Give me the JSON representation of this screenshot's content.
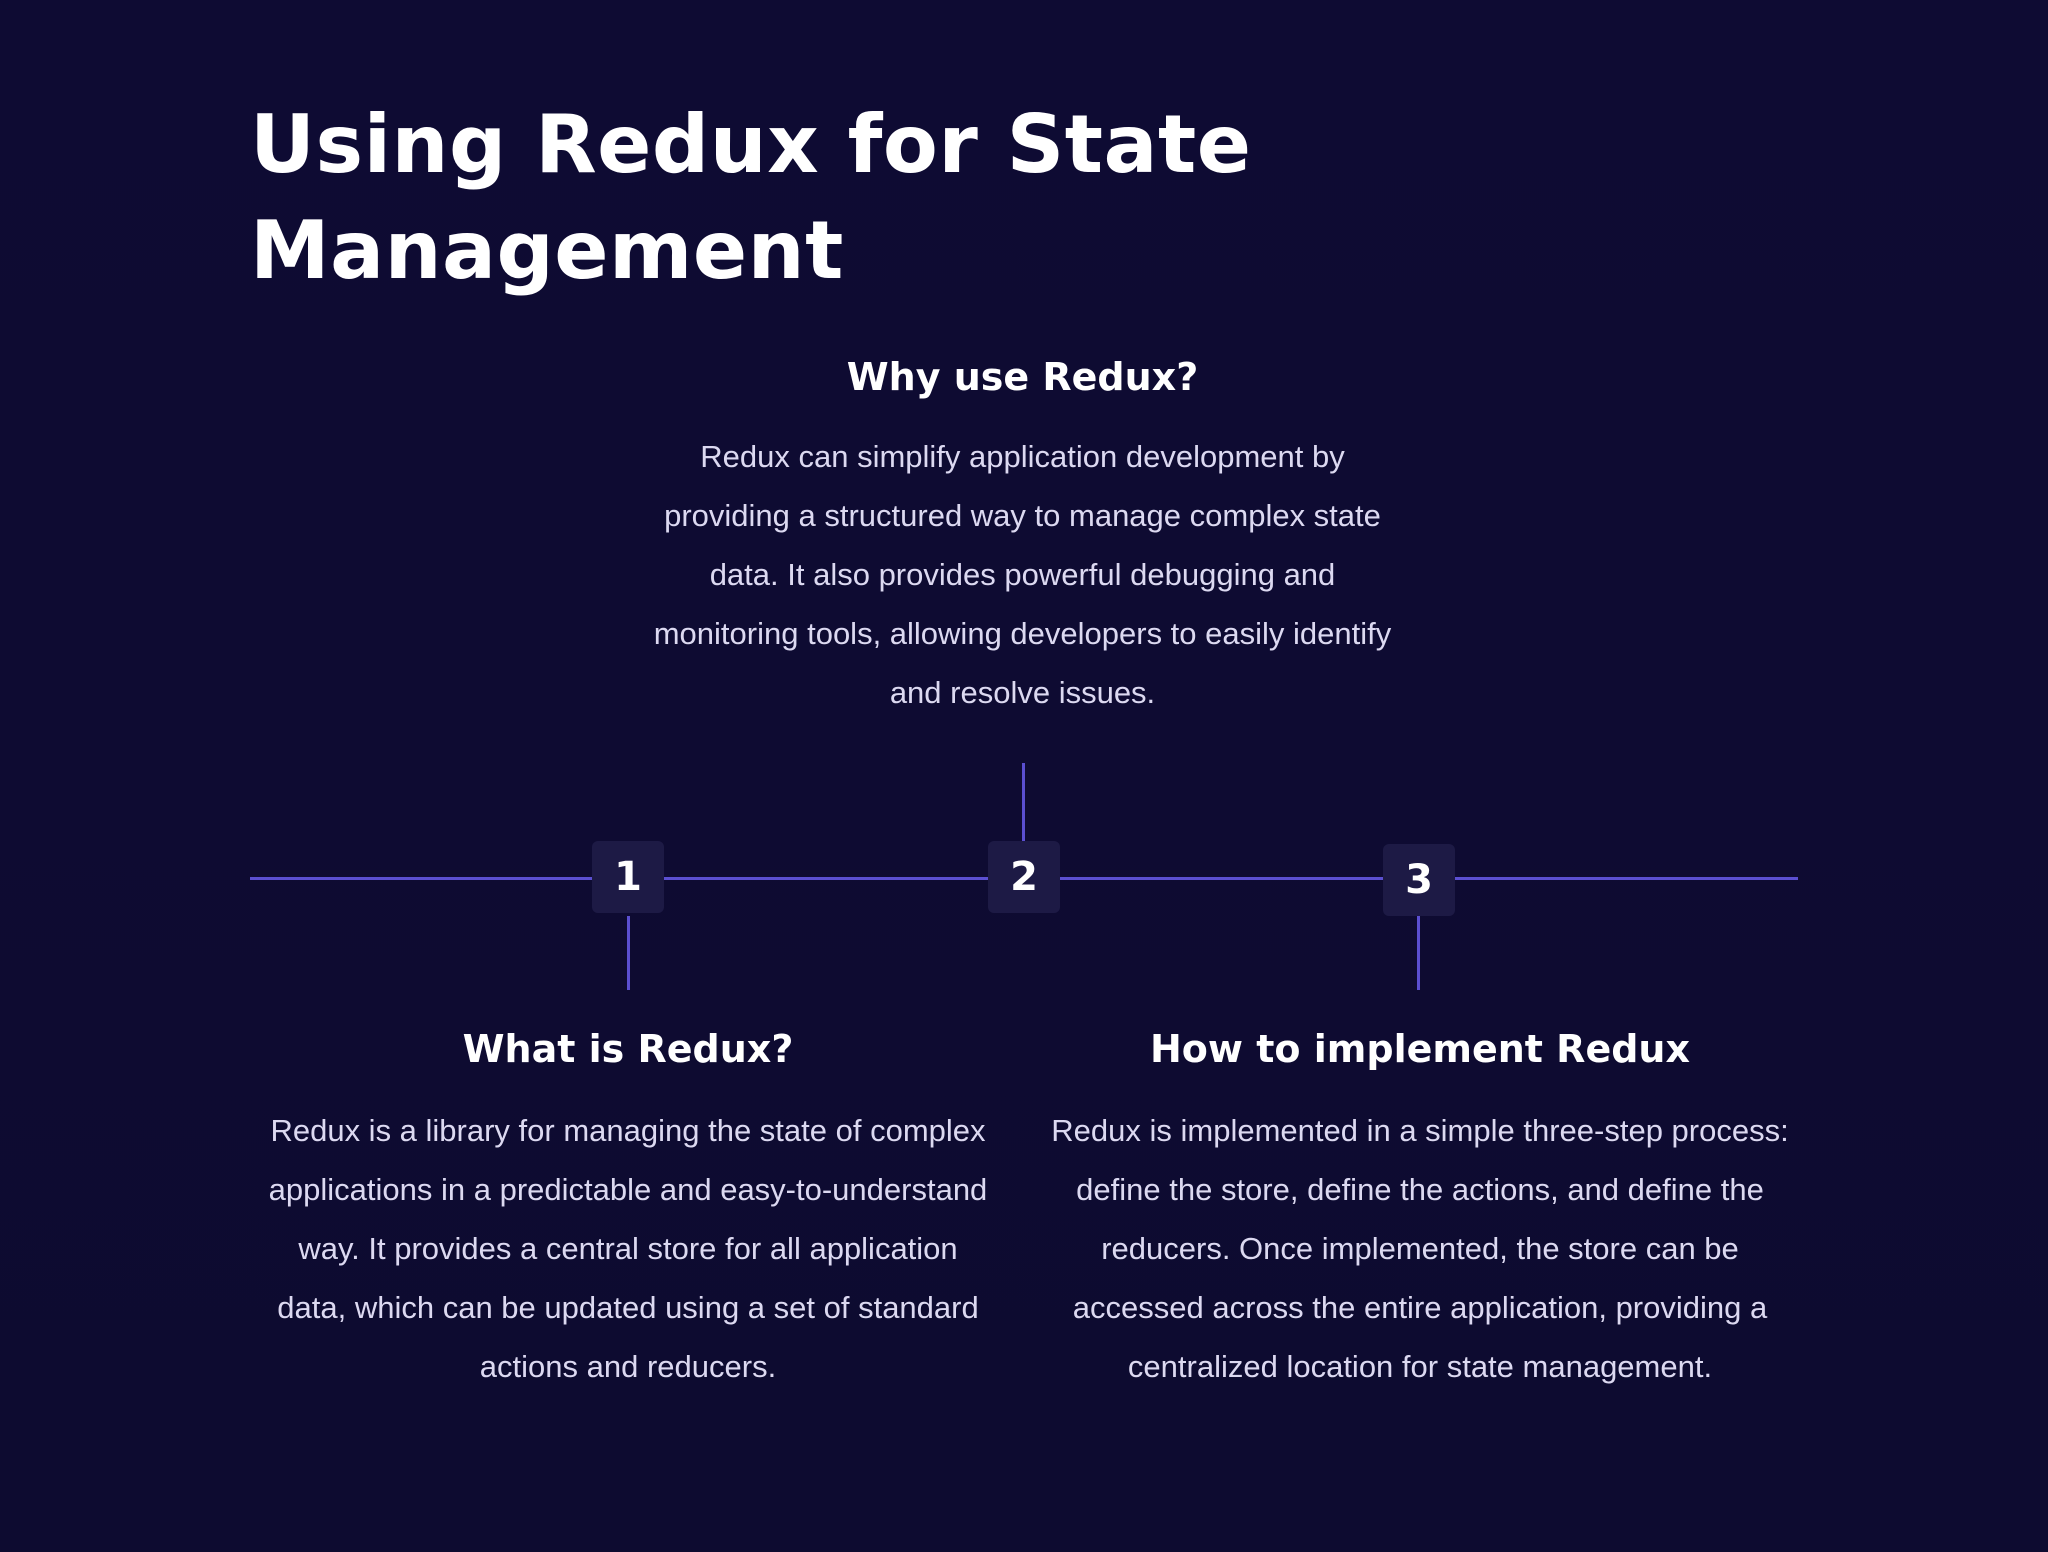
{
  "slide": {
    "title": "Using Redux for State Management",
    "steps": [
      {
        "number": "1"
      },
      {
        "number": "2"
      },
      {
        "number": "3"
      }
    ],
    "sections": {
      "why": {
        "heading": "Why use Redux?",
        "body": "Redux can simplify application development by providing a structured way to manage complex state data. It also provides powerful debugging and monitoring tools, allowing developers to easily identify and resolve issues."
      },
      "what": {
        "heading": "What is Redux?",
        "body": "Redux is a library for managing the state of complex applications in a predictable and easy-to-understand way. It provides a central store for all application data, which can be updated using a set of standard actions and reducers."
      },
      "how": {
        "heading": "How to implement Redux",
        "body": "Redux is implemented in a simple three-step process: define the store, define the actions, and define the reducers. Once implemented, the store can be accessed across the entire application, providing a centralized location for state management."
      }
    },
    "colors": {
      "background": "#0e0b33",
      "accent": "#5b4fd1",
      "marker": "#1d1a45",
      "body_text": "#dcd9f1"
    }
  }
}
